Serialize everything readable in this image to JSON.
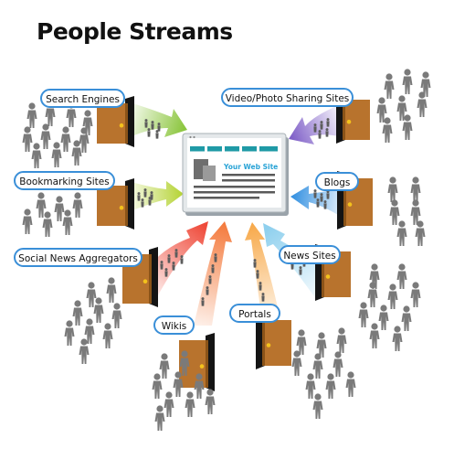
{
  "title": "People Streams",
  "website_label": "Your Web Site",
  "sources": [
    {
      "name": "Search Engines",
      "color": "#8cc63f"
    },
    {
      "name": "Video/Photo Sharing Sites",
      "color": "#7b5ac6"
    },
    {
      "name": "Bookmarking Sites",
      "color": "#b5d334"
    },
    {
      "name": "Blogs",
      "color": "#2f8ee0"
    },
    {
      "name": "Social News Aggregators",
      "color": "#ef4a3a"
    },
    {
      "name": "News Sites",
      "color": "#8fd0ee"
    },
    {
      "name": "Wikis",
      "color": "#f47b3e"
    },
    {
      "name": "Portals",
      "color": "#f7a94a"
    }
  ],
  "colors": {
    "door": "#b8732d",
    "door_frame": "#141414",
    "people": "#7a7a7a",
    "label_border": "#3a8fd8",
    "browser_bar": "#1f9aa6",
    "website_text": "#29a3d6"
  },
  "icons": [
    "door-icon",
    "person-icon",
    "browser-window-icon",
    "arrow-icon"
  ]
}
